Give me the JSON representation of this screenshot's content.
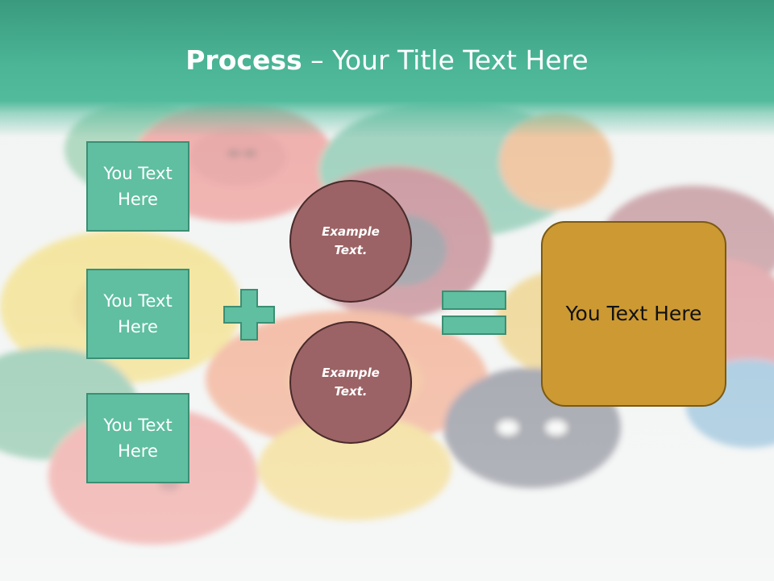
{
  "slide": {
    "title_bold": "Process",
    "title_rest": " – Your Title Text Here",
    "left_boxes": [
      {
        "label": "You Text Here"
      },
      {
        "label": "You Text Here"
      },
      {
        "label": "You Text Here"
      }
    ],
    "circles": [
      {
        "label": "Example Text."
      },
      {
        "label": "Example Text."
      }
    ],
    "result": {
      "label": "You Text Here"
    },
    "operators": {
      "plus_icon": "plus-icon",
      "equals_icon": "equals-icon"
    }
  },
  "colors": {
    "header_teal": "#4bb596",
    "box_teal": "#5fbfa0",
    "circle_maroon": "#9b6365",
    "result_gold": "#cc9933"
  }
}
